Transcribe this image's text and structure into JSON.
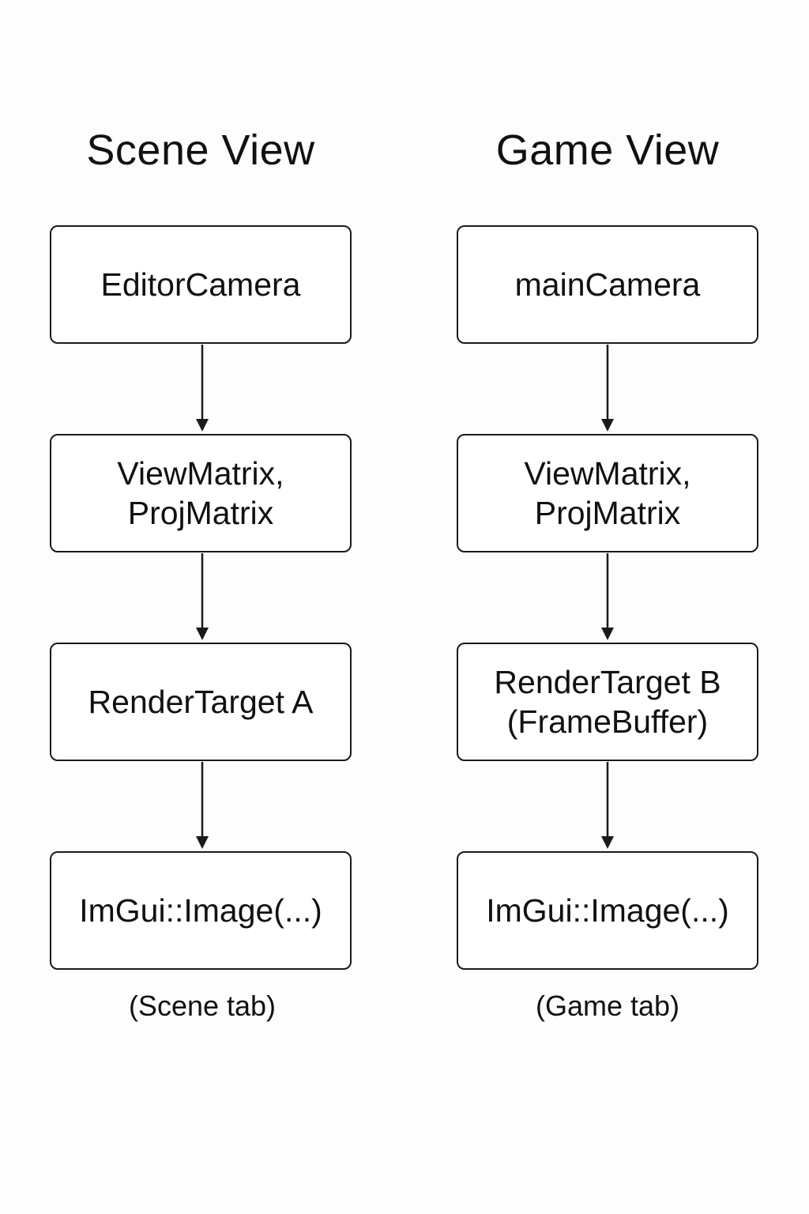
{
  "columns": [
    {
      "title": "Scene View",
      "boxes": [
        {
          "lines": [
            "EditorCamera"
          ]
        },
        {
          "lines": [
            "ViewMatrix,",
            "ProjMatrix"
          ]
        },
        {
          "lines": [
            "RenderTarget A"
          ]
        },
        {
          "lines": [
            "ImGui::Image(...)"
          ]
        }
      ],
      "caption": "(Scene tab)"
    },
    {
      "title": "Game View",
      "boxes": [
        {
          "lines": [
            "mainCamera"
          ]
        },
        {
          "lines": [
            "ViewMatrix,",
            "ProjMatrix"
          ]
        },
        {
          "lines": [
            "RenderTarget B",
            "(FrameBuffer)"
          ]
        },
        {
          "lines": [
            "ImGui::Image(...)"
          ]
        }
      ],
      "caption": "(Game tab)"
    }
  ]
}
